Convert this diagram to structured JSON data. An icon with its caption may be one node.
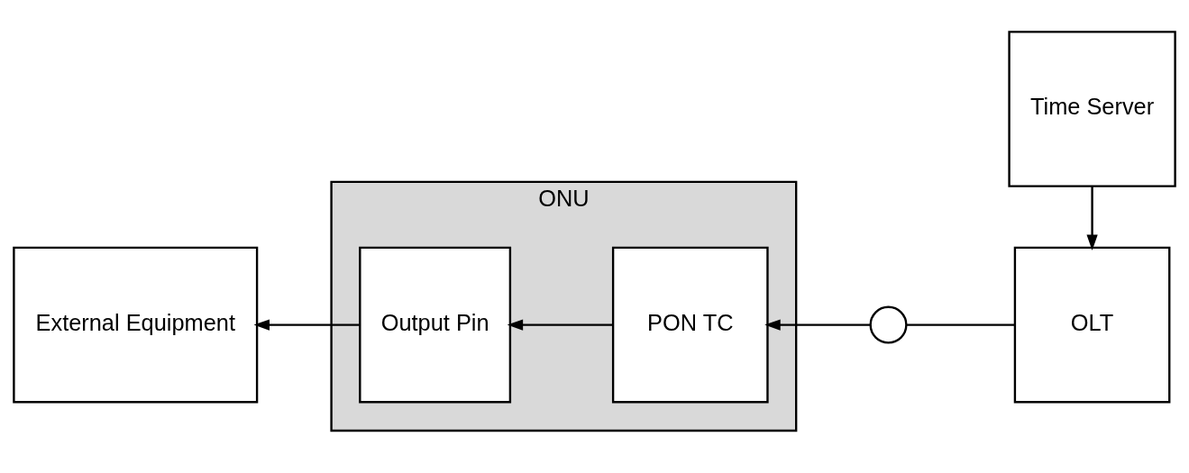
{
  "diagram": {
    "nodes": [
      {
        "text": [
          "Time Server"
        ]
      },
      {
        "text": [
          "ONU"
        ]
      },
      {
        "text": [
          "Output Pin"
        ],
        "in": 1
      },
      {
        "text": [
          "PON TC"
        ],
        "in": 1
      },
      {
        "text": [
          "External Equipment"
        ]
      },
      {
        "text": [
          "OLT"
        ]
      },
      {
        "text": [],
        "shape": "circle"
      }
    ],
    "edges": [
      {
        "from": 0,
        "to": 5,
        "arrow": "to"
      },
      {
        "from": 5,
        "to": 6,
        "arrow": "none"
      },
      {
        "from": 6,
        "to": 3,
        "arrow": "to"
      },
      {
        "from": 3,
        "to": 2,
        "arrow": "to"
      },
      {
        "from": 2,
        "to": 4,
        "arrow": "to"
      }
    ]
  }
}
